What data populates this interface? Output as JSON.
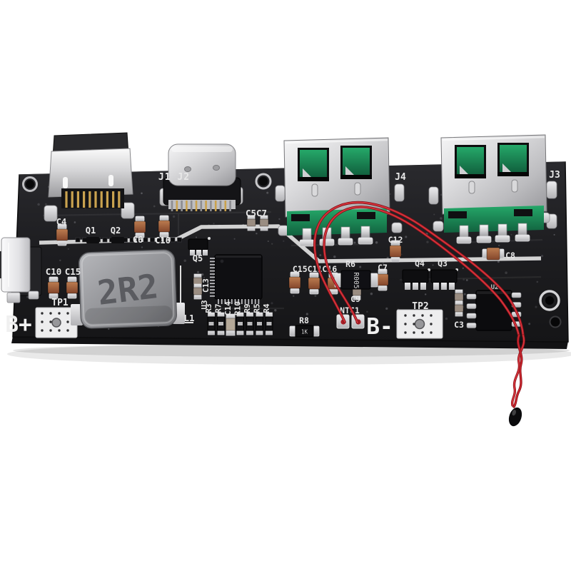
{
  "scene": {
    "background": "#ffffff",
    "subject": "power-bank charging module PCB with NTC thermistor wire",
    "colors": {
      "pcb": "#1d1d20",
      "silkscreen": "#e8e8e8",
      "solder_pad": "#c8c8ca",
      "usb_tongue_green": "#1a8f5b",
      "gold_pins": "#c9a24f",
      "inductor_gray": "#97989c",
      "wire_red": "#cc2830",
      "thermistor_bead": "#0d0d0f"
    }
  },
  "labels": {
    "j1j2": "J1 J2",
    "j4": "J4",
    "j3": "J3",
    "c4": "C4",
    "q1": "Q1",
    "q2": "Q2",
    "c6": "C6",
    "c16": "C16",
    "c5c7": "C5C7",
    "q5": "Q5",
    "c10": "C10",
    "c15": "C15",
    "tp1": "TP1",
    "b_plus": "B+",
    "inductor_marking": "2R2",
    "l1": "L1",
    "c13": "C13",
    "u3": "U3",
    "r_row": [
      "R3",
      "R7",
      "C14",
      "R10",
      "R9",
      "R5",
      "R4"
    ],
    "cap_row": "C15C11C16",
    "r6": "R6",
    "r6_marking": "R005",
    "c9": "C9",
    "ntc1": "NTC1",
    "b_minus": "B-",
    "r8": "R8",
    "r8_marking": "1K",
    "c12": "C12",
    "c7": "C7",
    "q4": "Q4",
    "q3": "Q3",
    "c8": "C8",
    "tp2": "TP2",
    "c3": "C3",
    "u2": "U2"
  }
}
